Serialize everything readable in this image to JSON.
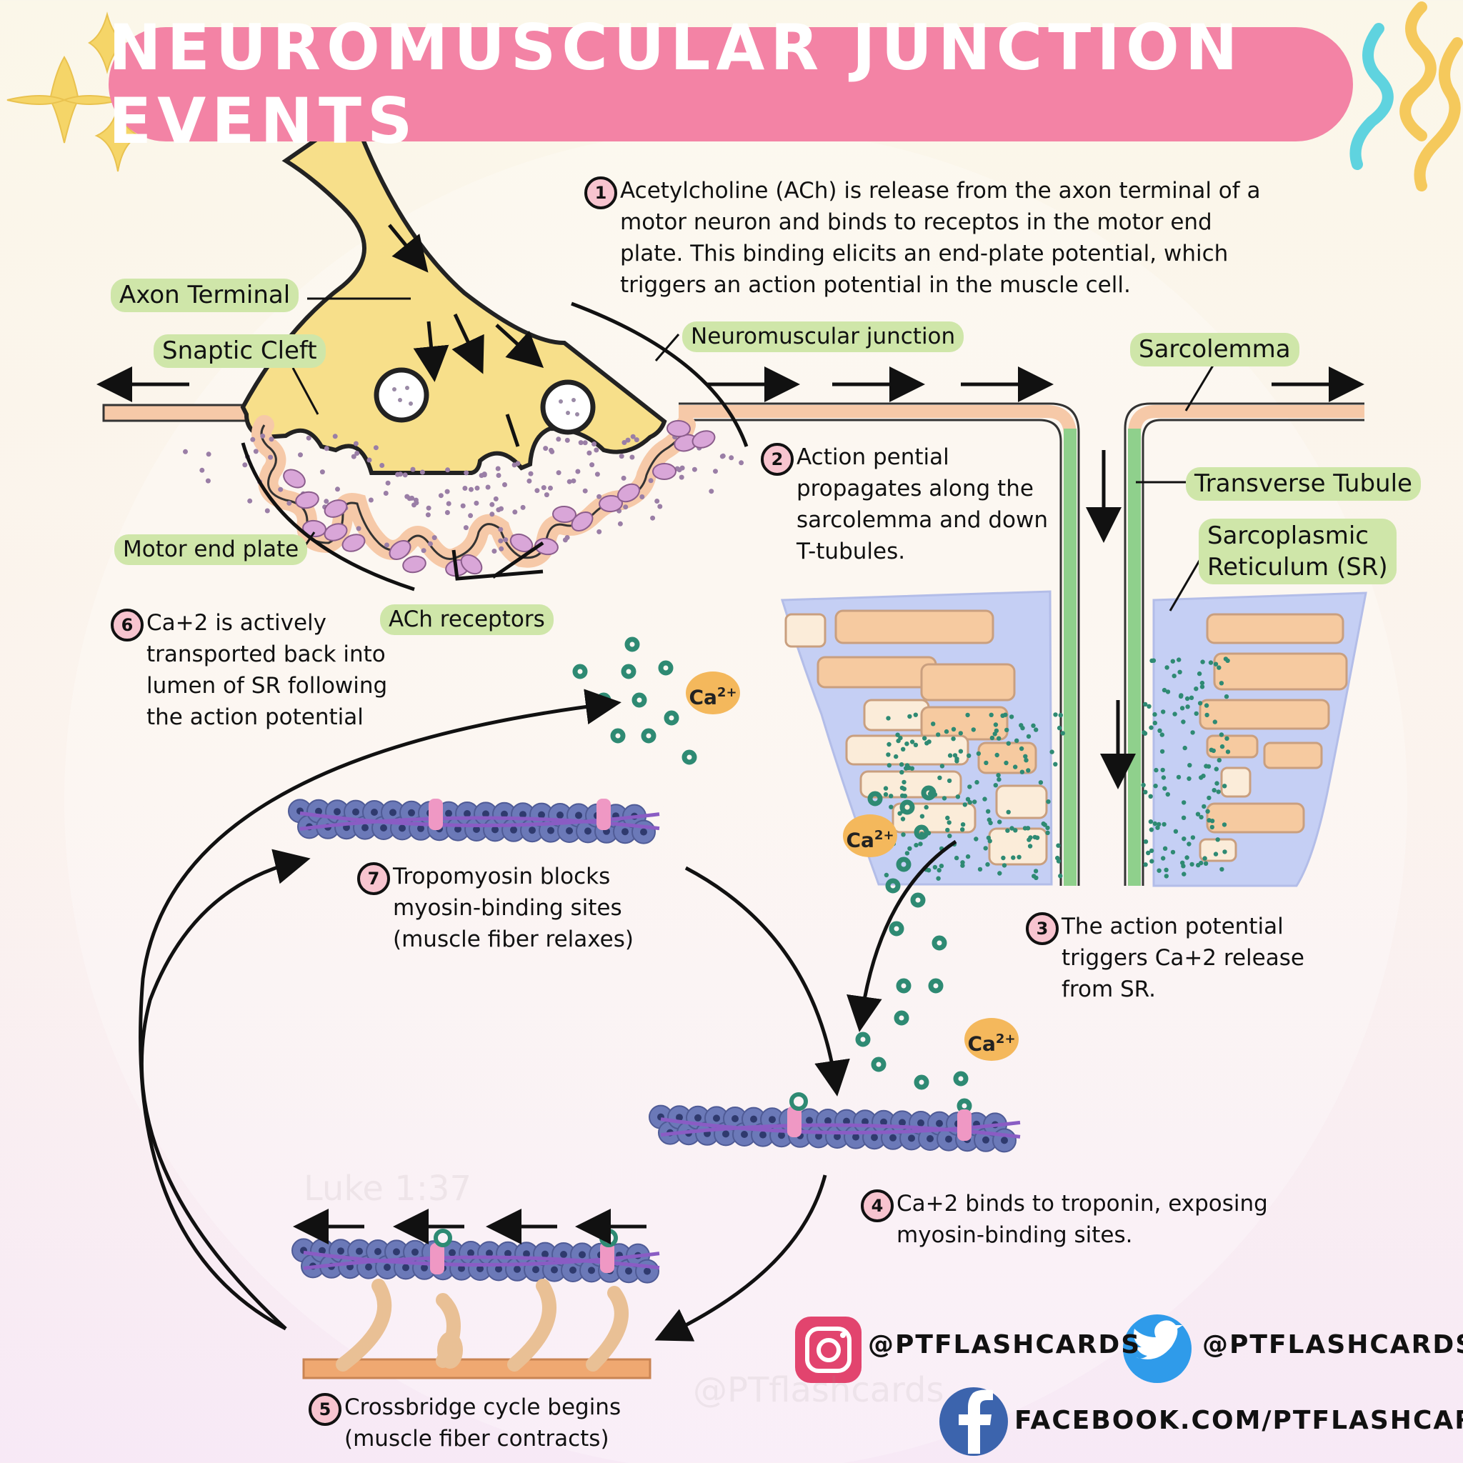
{
  "title": "NEUROMUSCULAR JUNCTION EVENTS",
  "labels": {
    "axon_terminal": "Axon Terminal",
    "synaptic_cleft": "Snaptic Cleft",
    "neuromuscular_junction": "Neuromuscular junction",
    "sarcolemma": "Sarcolemma",
    "transverse_tubule": "Transverse Tubule",
    "sarcoplasmic_reticulum_1": "Sarcoplasmic",
    "sarcoplasmic_reticulum_2": "Reticulum (SR)",
    "motor_end_plate": "Motor end plate",
    "ach_receptors": "ACh receptors"
  },
  "steps": [
    {
      "num": "1",
      "text": "Acetylcholine (ACh) is release from the axon terminal of a\nmotor neuron and binds to receptos in the motor end\nplate. This binding elicits an end-plate potential, which\ntriggers an action potential in the muscle cell."
    },
    {
      "num": "2",
      "text": "Action pential\npropagates along the\nsarcolemma and down\nT-tubules."
    },
    {
      "num": "3",
      "text": "The action potential\ntriggers Ca+2 release\nfrom SR."
    },
    {
      "num": "4",
      "text": "Ca+2 binds to troponin, exposing\nmyosin-binding sites."
    },
    {
      "num": "5",
      "text": "Crossbridge cycle begins\n(muscle fiber contracts)"
    },
    {
      "num": "6",
      "text": "Ca+2 is actively\ntransported back into\nlumen of SR following\nthe action potential"
    },
    {
      "num": "7",
      "text": "Tropomyosin blocks\nmyosin-binding sites\n(muscle fiber relaxes)"
    }
  ],
  "calcium_label": "Ca",
  "calcium_charge": "2+",
  "social": {
    "instagram": "@PTFLASHCARDS",
    "twitter": "@PTFLASHCARDS",
    "facebook": "FACEBOOK.COM/PTFLASHCARDS"
  },
  "watermark": {
    "verse": "Luke 1:37",
    "handle": "@PTflashcards"
  },
  "colors": {
    "banner": "#f383a5",
    "label_bg": "#cfe6a9",
    "axon": "#f7df8a",
    "sarcolemma": "#f6c9a8",
    "t_tubule": "#8fd08c",
    "sr_fill": "#c5cff4",
    "actin": "#6b79b8",
    "tropomyosin": "#8a5cc4",
    "troponin": "#ef98c4",
    "calcium_ion": "#2e8a73",
    "calcium_bubble": "#f4b85c",
    "receptor": "#d9a6d8"
  },
  "icons": [
    "sparkle-icon",
    "squiggle-icon",
    "instagram-icon",
    "twitter-icon",
    "facebook-icon"
  ]
}
